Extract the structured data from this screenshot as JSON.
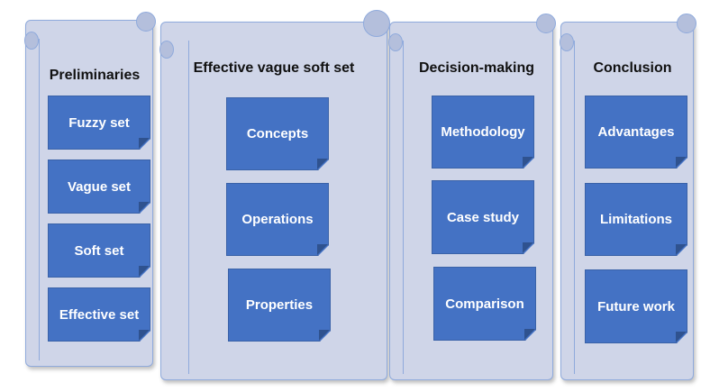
{
  "sections": [
    {
      "title": "Preliminaries",
      "items": [
        "Fuzzy set",
        "Vague set",
        "Soft set",
        "Effective set"
      ]
    },
    {
      "title": "Effective vague soft set",
      "items": [
        "Concepts",
        "Operations",
        "Properties"
      ]
    },
    {
      "title": "Decision-making",
      "items": [
        "Methodology",
        "Case study",
        "Comparison"
      ]
    },
    {
      "title": "Conclusion",
      "items": [
        "Advantages",
        "Limitations",
        "Future work"
      ]
    }
  ],
  "colors": {
    "scroll": "#cfd5e8",
    "border": "#8faadc",
    "box": "#4472c4"
  }
}
